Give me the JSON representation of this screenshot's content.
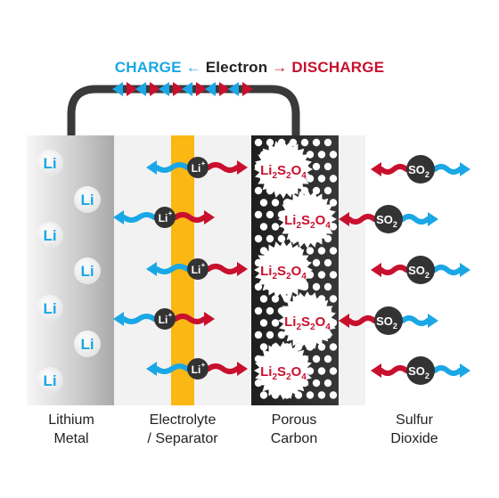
{
  "header": {
    "charge": "CHARGE",
    "arrow_left": "←",
    "electron": "Electron",
    "arrow_right": "→",
    "discharge": "DISCHARGE"
  },
  "colors": {
    "charge": "#1aa7e6",
    "discharge": "#c8102e",
    "separator": "#fbb713",
    "wire": "#3a3a3a",
    "ion_disc": "#333333"
  },
  "anode": {
    "atom_label": "Li",
    "atom_count": 7
  },
  "electrolyte": {
    "ion_label": "Li",
    "ion_charge": "+",
    "ion_count": 5
  },
  "cathode": {
    "product_parts": [
      "Li",
      "2",
      "S",
      "2",
      "O",
      "4"
    ],
    "product_count": 5
  },
  "sulfur": {
    "molecule_base": "SO",
    "molecule_sub": "2",
    "molecule_count": 5
  },
  "columns": [
    {
      "line1": "Lithium",
      "line2": "Metal"
    },
    {
      "line1": "Electrolyte",
      "line2": "/ Separator"
    },
    {
      "line1": "Porous",
      "line2": "Carbon"
    },
    {
      "line1": "Sulfur",
      "line2": "Dioxide"
    }
  ]
}
